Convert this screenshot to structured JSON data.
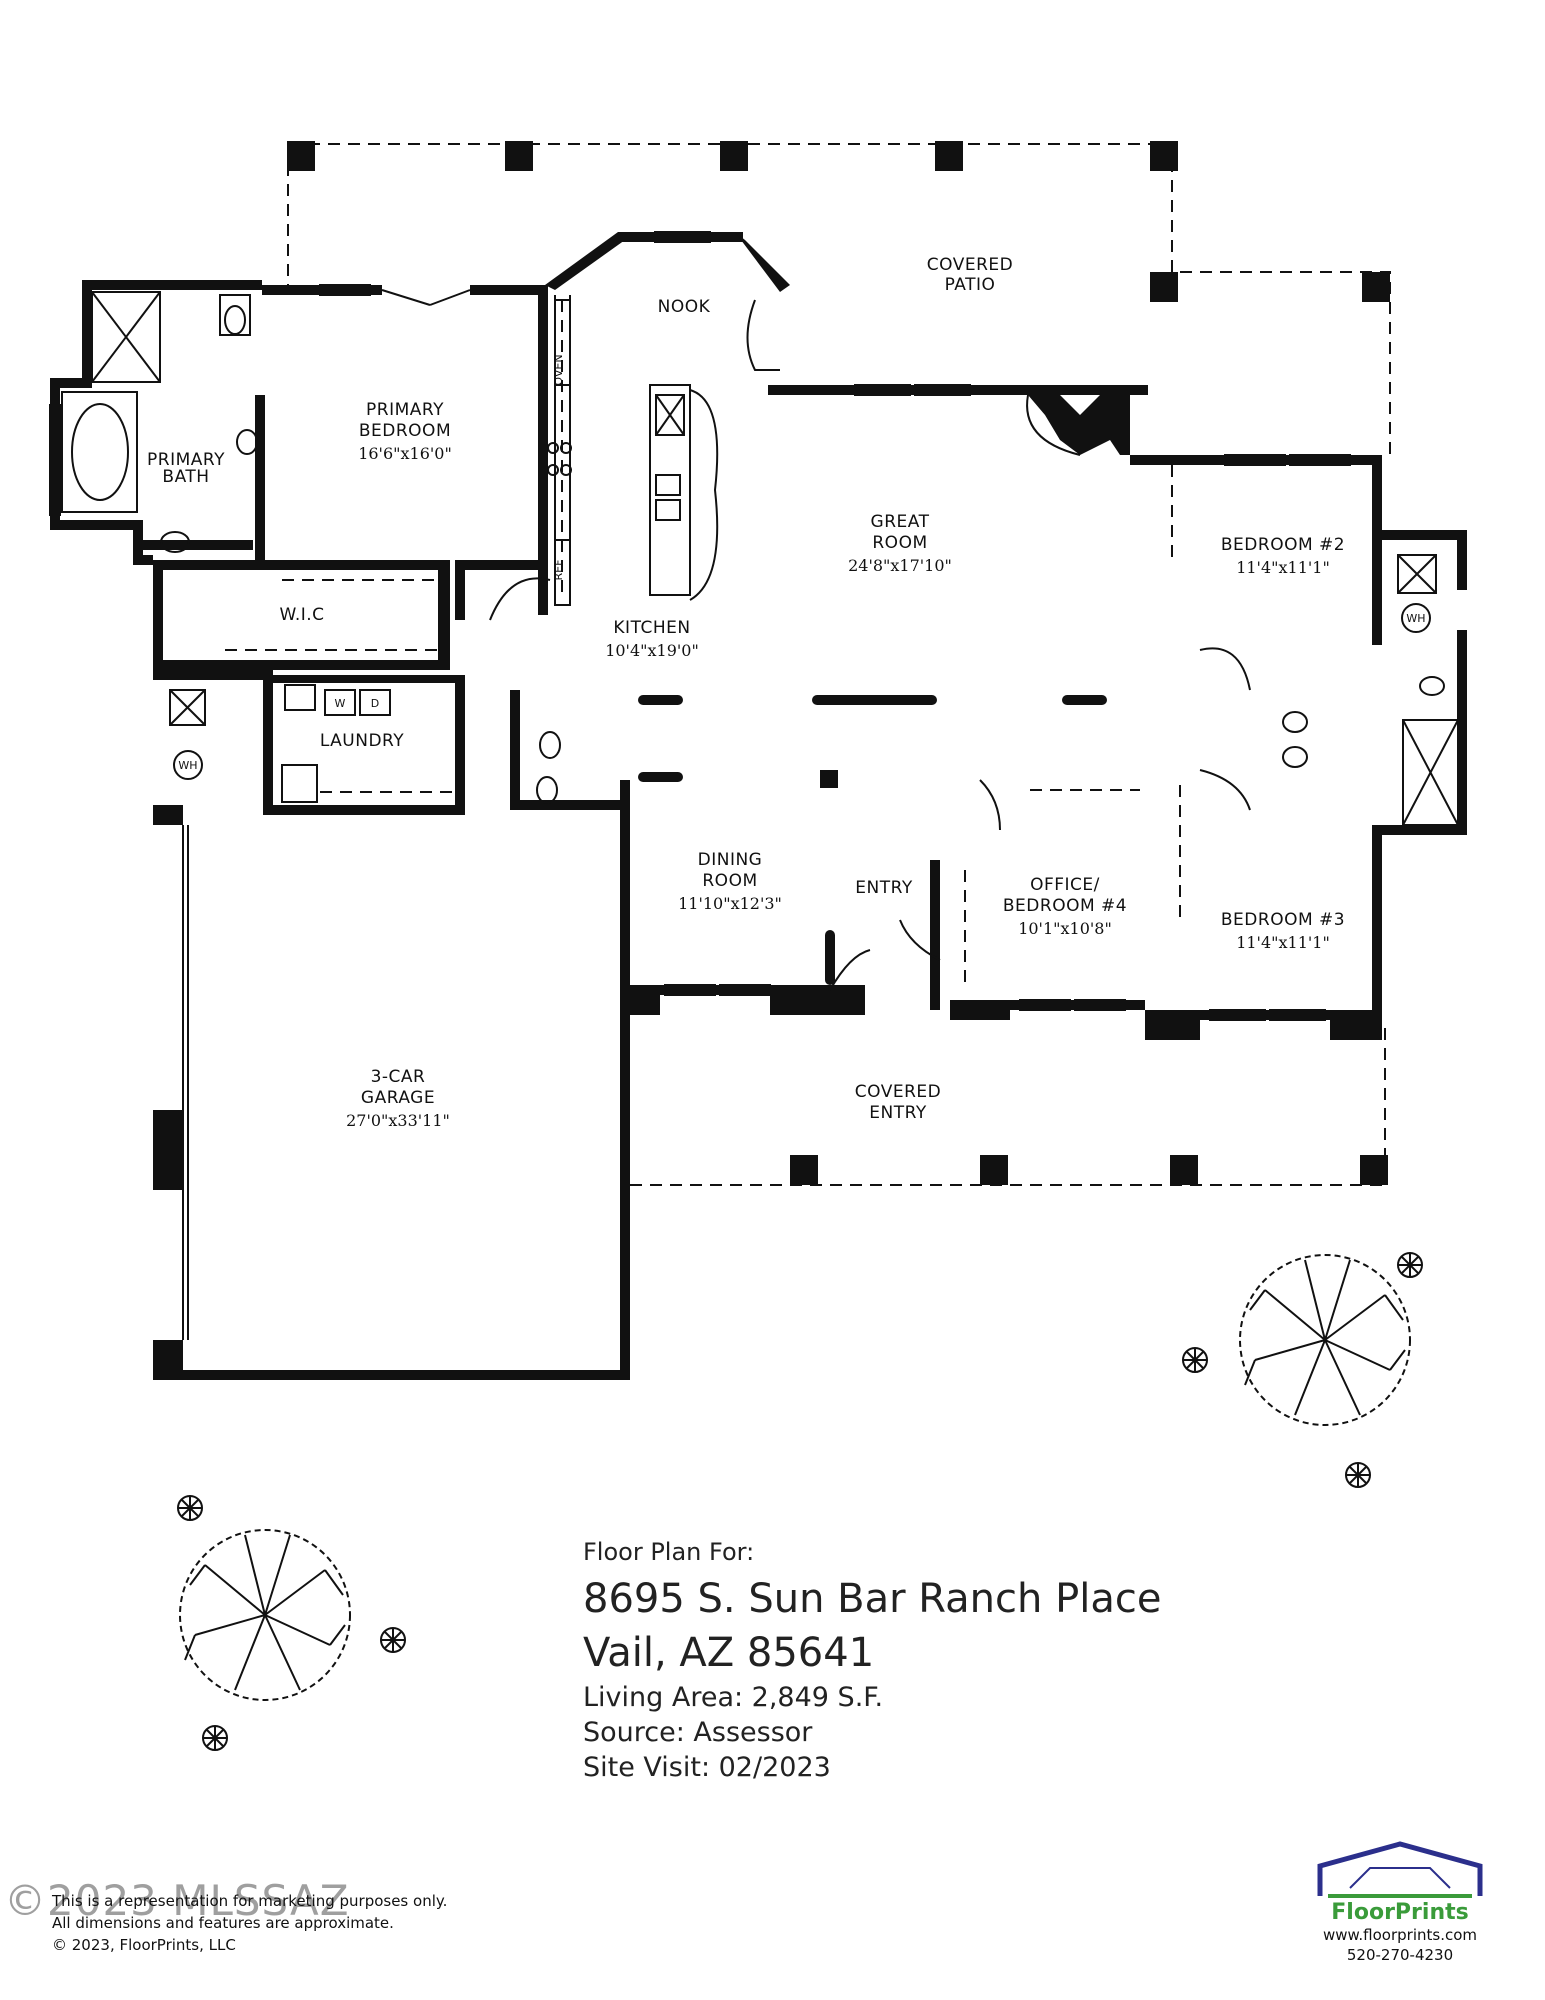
{
  "rooms": {
    "covered_patio": {
      "line1": "COVERED",
      "line2": "PATIO"
    },
    "nook": "NOOK",
    "primary_bedroom": {
      "line1": "PRIMARY",
      "line2": "BEDROOM",
      "dim": "16'6\"x16'0\""
    },
    "primary_bath": {
      "line1": "PRIMARY",
      "line2": "BATH"
    },
    "wic": "W.I.C",
    "laundry": "LAUNDRY",
    "kitchen": {
      "name": "KITCHEN",
      "dim": "10'4\"x19'0\""
    },
    "great_room": {
      "line1": "GREAT",
      "line2": "ROOM",
      "dim": "24'8\"x17'10\""
    },
    "bedroom2": {
      "name": "BEDROOM #2",
      "dim": "11'4\"x11'1\""
    },
    "bedroom3": {
      "name": "BEDROOM #3",
      "dim": "11'4\"x11'1\""
    },
    "office": {
      "line1": "OFFICE/",
      "line2": "BEDROOM #4",
      "dim": "10'1\"x10'8\""
    },
    "dining": {
      "line1": "DINING",
      "line2": "ROOM",
      "dim": "11'10\"x12'3\""
    },
    "entry": "ENTRY",
    "covered_entry": {
      "line1": "COVERED",
      "line2": "ENTRY"
    },
    "garage": {
      "line1": "3-CAR",
      "line2": "GARAGE",
      "dim": "27'0\"x33'11\""
    }
  },
  "fixtures": {
    "oven": "OVEN",
    "ref": "REF",
    "wh": "WH",
    "washer": "W",
    "dryer": "D"
  },
  "info": {
    "floor_plan_for": "Floor Plan For:",
    "address_line1": "8695 S. Sun Bar Ranch Place",
    "address_line2": "Vail, AZ  85641",
    "living_area": "Living Area:  2,849 S.F.",
    "source": "Source:  Assessor",
    "site_visit": "Site Visit:  02/2023"
  },
  "disclaimer": {
    "line1": "This is a representation for marketing purposes only.",
    "line2": "All dimensions and features are approximate.",
    "line3": "© 2023, FloorPrints, LLC"
  },
  "watermark": "©2023 MLSSAZ",
  "logo": {
    "brand": "FloorPrints",
    "website": "www.floorprints.com",
    "phone": "520-270-4230"
  },
  "colors": {
    "walls": "#111111",
    "logo_green": "#3a9b3a",
    "logo_blue": "#2b2f8c"
  }
}
